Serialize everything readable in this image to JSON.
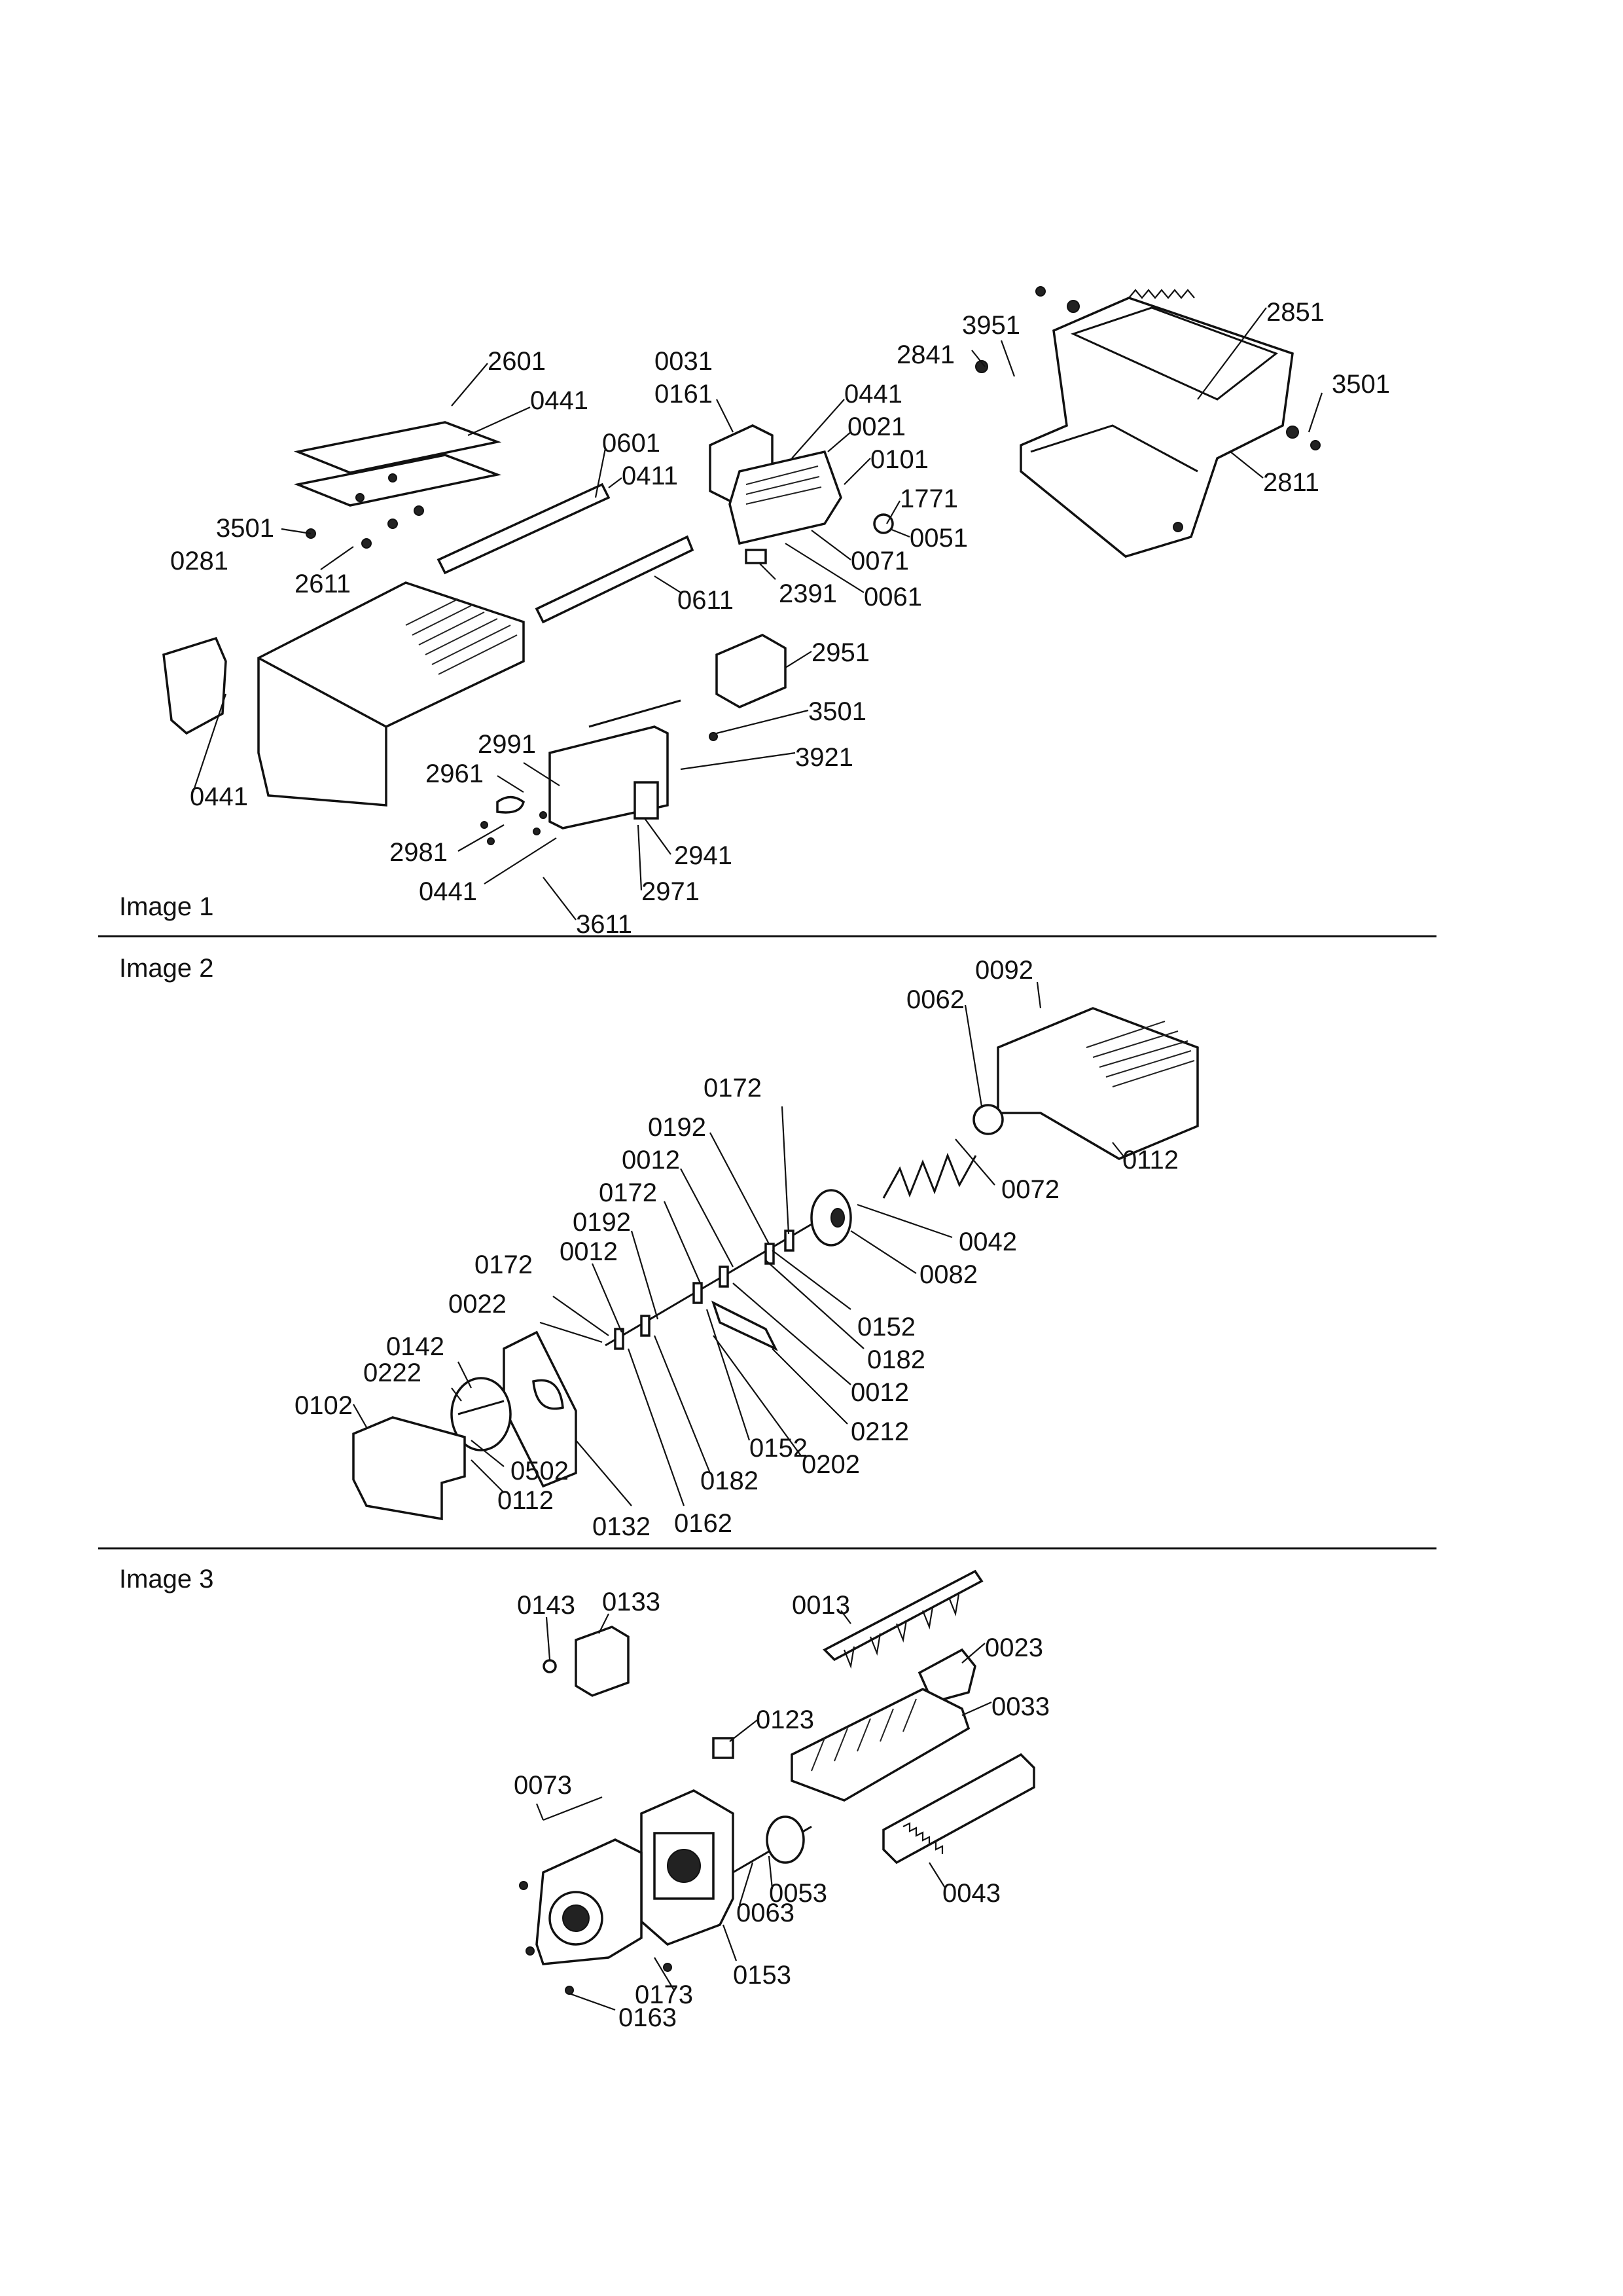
{
  "sections": [
    {
      "title": "Image 1"
    },
    {
      "title": "Image 2"
    },
    {
      "title": "Image 3"
    }
  ],
  "labels": [
    "2601",
    "0441",
    "0601",
    "0411",
    "3501",
    "2611",
    "0281",
    "0611",
    "0441",
    "0031",
    "0161",
    "0441",
    "0021",
    "0101",
    "1771",
    "0051",
    "0071",
    "2391",
    "0061",
    "2841",
    "3951",
    "2851",
    "3501",
    "2811",
    "2951",
    "3501",
    "3921",
    "2991",
    "2961",
    "2981",
    "2941",
    "0441",
    "2971",
    "3611",
    "0092",
    "0062",
    "0172",
    "0192",
    "0012",
    "0172",
    "0192",
    "0012",
    "0172",
    "0022",
    "0142",
    "0222",
    "0102",
    "0072",
    "0112",
    "0042",
    "0082",
    "0152",
    "0182",
    "0012",
    "0212",
    "0152",
    "0202",
    "0182",
    "0502",
    "0112",
    "0132",
    "0162",
    "0143",
    "0133",
    "0013",
    "0023",
    "0123",
    "0033",
    "0073",
    "0053",
    "0063",
    "0043",
    "0153",
    "0173",
    "0163"
  ]
}
